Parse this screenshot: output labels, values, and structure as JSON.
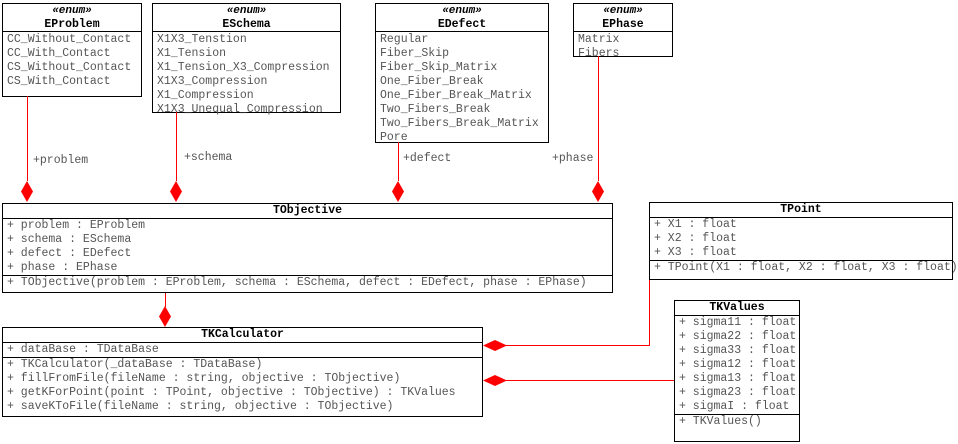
{
  "colors": {
    "background": "#ffffff",
    "border": "#000000",
    "box_fill": "#ffffff",
    "title_text": "#000000",
    "member_text": "#555555",
    "connector": "#ff0000"
  },
  "association_labels": {
    "problem": "+problem",
    "schema": "+schema",
    "defect": "+defect",
    "phase": "+phase"
  },
  "classes": {
    "eproblem": {
      "stereotype": "«enum»",
      "name": "EProblem",
      "attributes": [
        "CC_Without_Contact",
        "CC_With_Contact",
        "CS_Without_Contact",
        "CS_With_Contact"
      ]
    },
    "eschema": {
      "stereotype": "«enum»",
      "name": "ESchema",
      "attributes": [
        "X1X3_Tenstion",
        "X1_Tension",
        "X1_Tension_X3_Compression",
        "X1X3_Compression",
        "X1_Compression",
        "X1X3_Unequal_Compression"
      ]
    },
    "edefect": {
      "stereotype": "«enum»",
      "name": "EDefect",
      "attributes": [
        "Regular",
        "Fiber_Skip",
        "Fiber_Skip_Matrix",
        "One_Fiber_Break",
        "One_Fiber_Break_Matrix",
        "Two_Fibers_Break",
        "Two_Fibers_Break_Matrix",
        "Pore"
      ]
    },
    "ephase": {
      "stereotype": "«enum»",
      "name": "EPhase",
      "attributes": [
        "Matrix",
        "Fibers"
      ]
    },
    "tobjective": {
      "name": "TObjective",
      "attributes": [
        "+ problem : EProblem",
        "+ schema : ESchema",
        "+ defect : EDefect",
        "+ phase : EPhase"
      ],
      "methods": [
        "+ TObjective(problem : EProblem, schema : ESchema, defect : EDefect, phase : EPhase)"
      ]
    },
    "tpoint": {
      "name": "TPoint",
      "attributes": [
        "+ X1 : float",
        "+ X2 : float",
        "+ X3 : float"
      ],
      "methods": [
        "+ TPoint(X1 : float, X2 : float, X3 : float)"
      ]
    },
    "tkcalculator": {
      "name": "TKCalculator",
      "attributes": [
        "+ dataBase : TDataBase"
      ],
      "methods": [
        "+ TKCalculator(_dataBase : TDataBase)",
        "+ fillFromFile(fileName : string, objective : TObjective)",
        "+ getKForPoint(point : TPoint, objective : TObjective) : TKValues",
        "+ saveKToFile(fileName : string, objective : TObjective)"
      ]
    },
    "tkvalues": {
      "name": "TKValues",
      "attributes": [
        "+ sigma11 : float",
        "+ sigma22 : float",
        "+ sigma33 : float",
        "+ sigma12 : float",
        "+ sigma13 : float",
        "+ sigma23 : float",
        "+ sigmaI : float"
      ],
      "methods": [
        "+ TKValues()"
      ]
    }
  }
}
